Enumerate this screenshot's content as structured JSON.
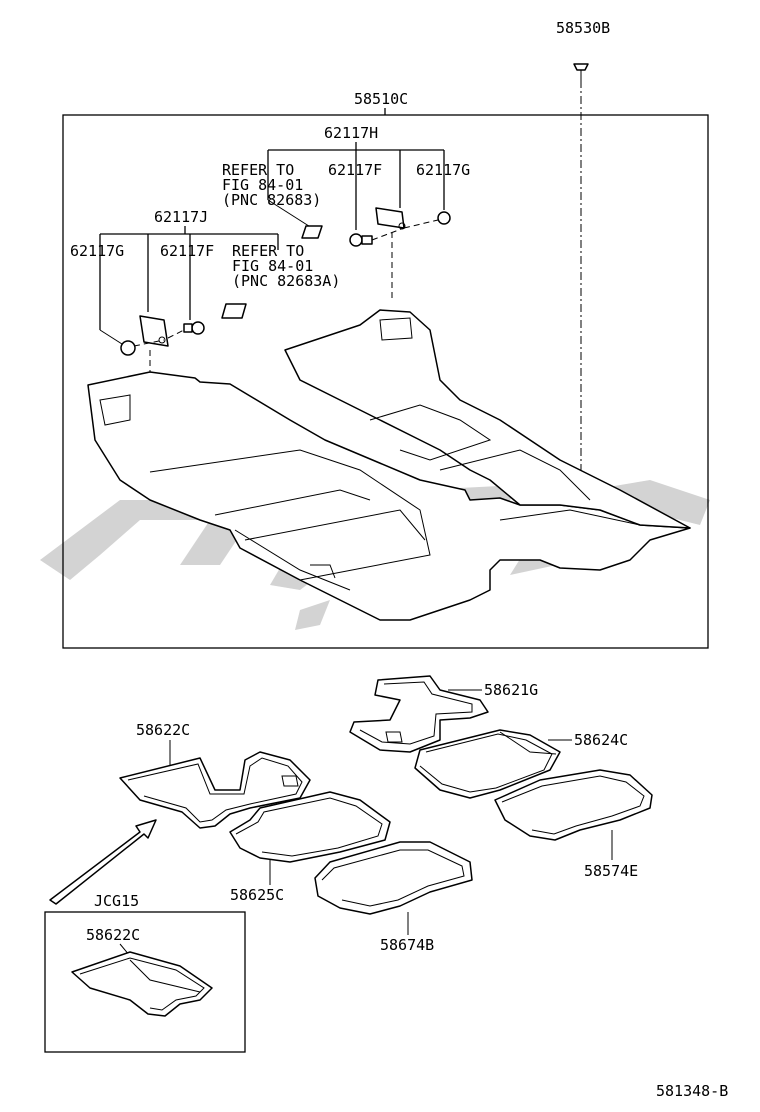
{
  "labels": {
    "p58530B": "58530B",
    "p58510C": "58510C",
    "p62117H": "62117H",
    "p62117J": "62117J",
    "p62117F_a": "62117F",
    "p62117G_a": "62117G",
    "p62117G_b": "62117G",
    "p62117F_b": "62117F",
    "refer1": [
      "REFER TO",
      "FIG 84-01",
      "(PNC 82683)"
    ],
    "refer2": [
      "REFER TO",
      "FIG 84-01",
      "(PNC 82683A)"
    ],
    "p58621G": "58621G",
    "p58622C": "58622C",
    "p58624C": "58624C",
    "p58574E": "58574E",
    "p58625C": "58625C",
    "p58674B": "58674B",
    "inset_model": "JCG15",
    "inset_part": "58622C",
    "figure_code": "581348-B"
  }
}
